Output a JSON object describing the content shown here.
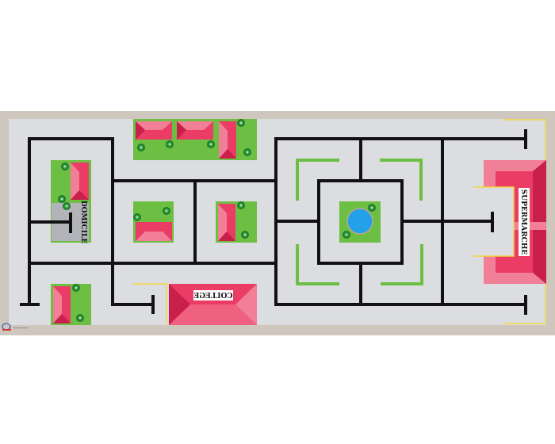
{
  "mat": {
    "labels": {
      "home": "DOMICILE",
      "school": "COLLEGE",
      "supermarket": "SUPERMARCHE"
    }
  },
  "colors": {
    "border": "#cfc6bd",
    "ground": "#dcdde1",
    "grass": "#6dbf43",
    "roof_dark": "#c8204a",
    "roof_main": "#ea3c64",
    "roof_light": "#f07f97",
    "water": "#22a0e8",
    "road": "#111111",
    "marker": "#f2d640"
  }
}
